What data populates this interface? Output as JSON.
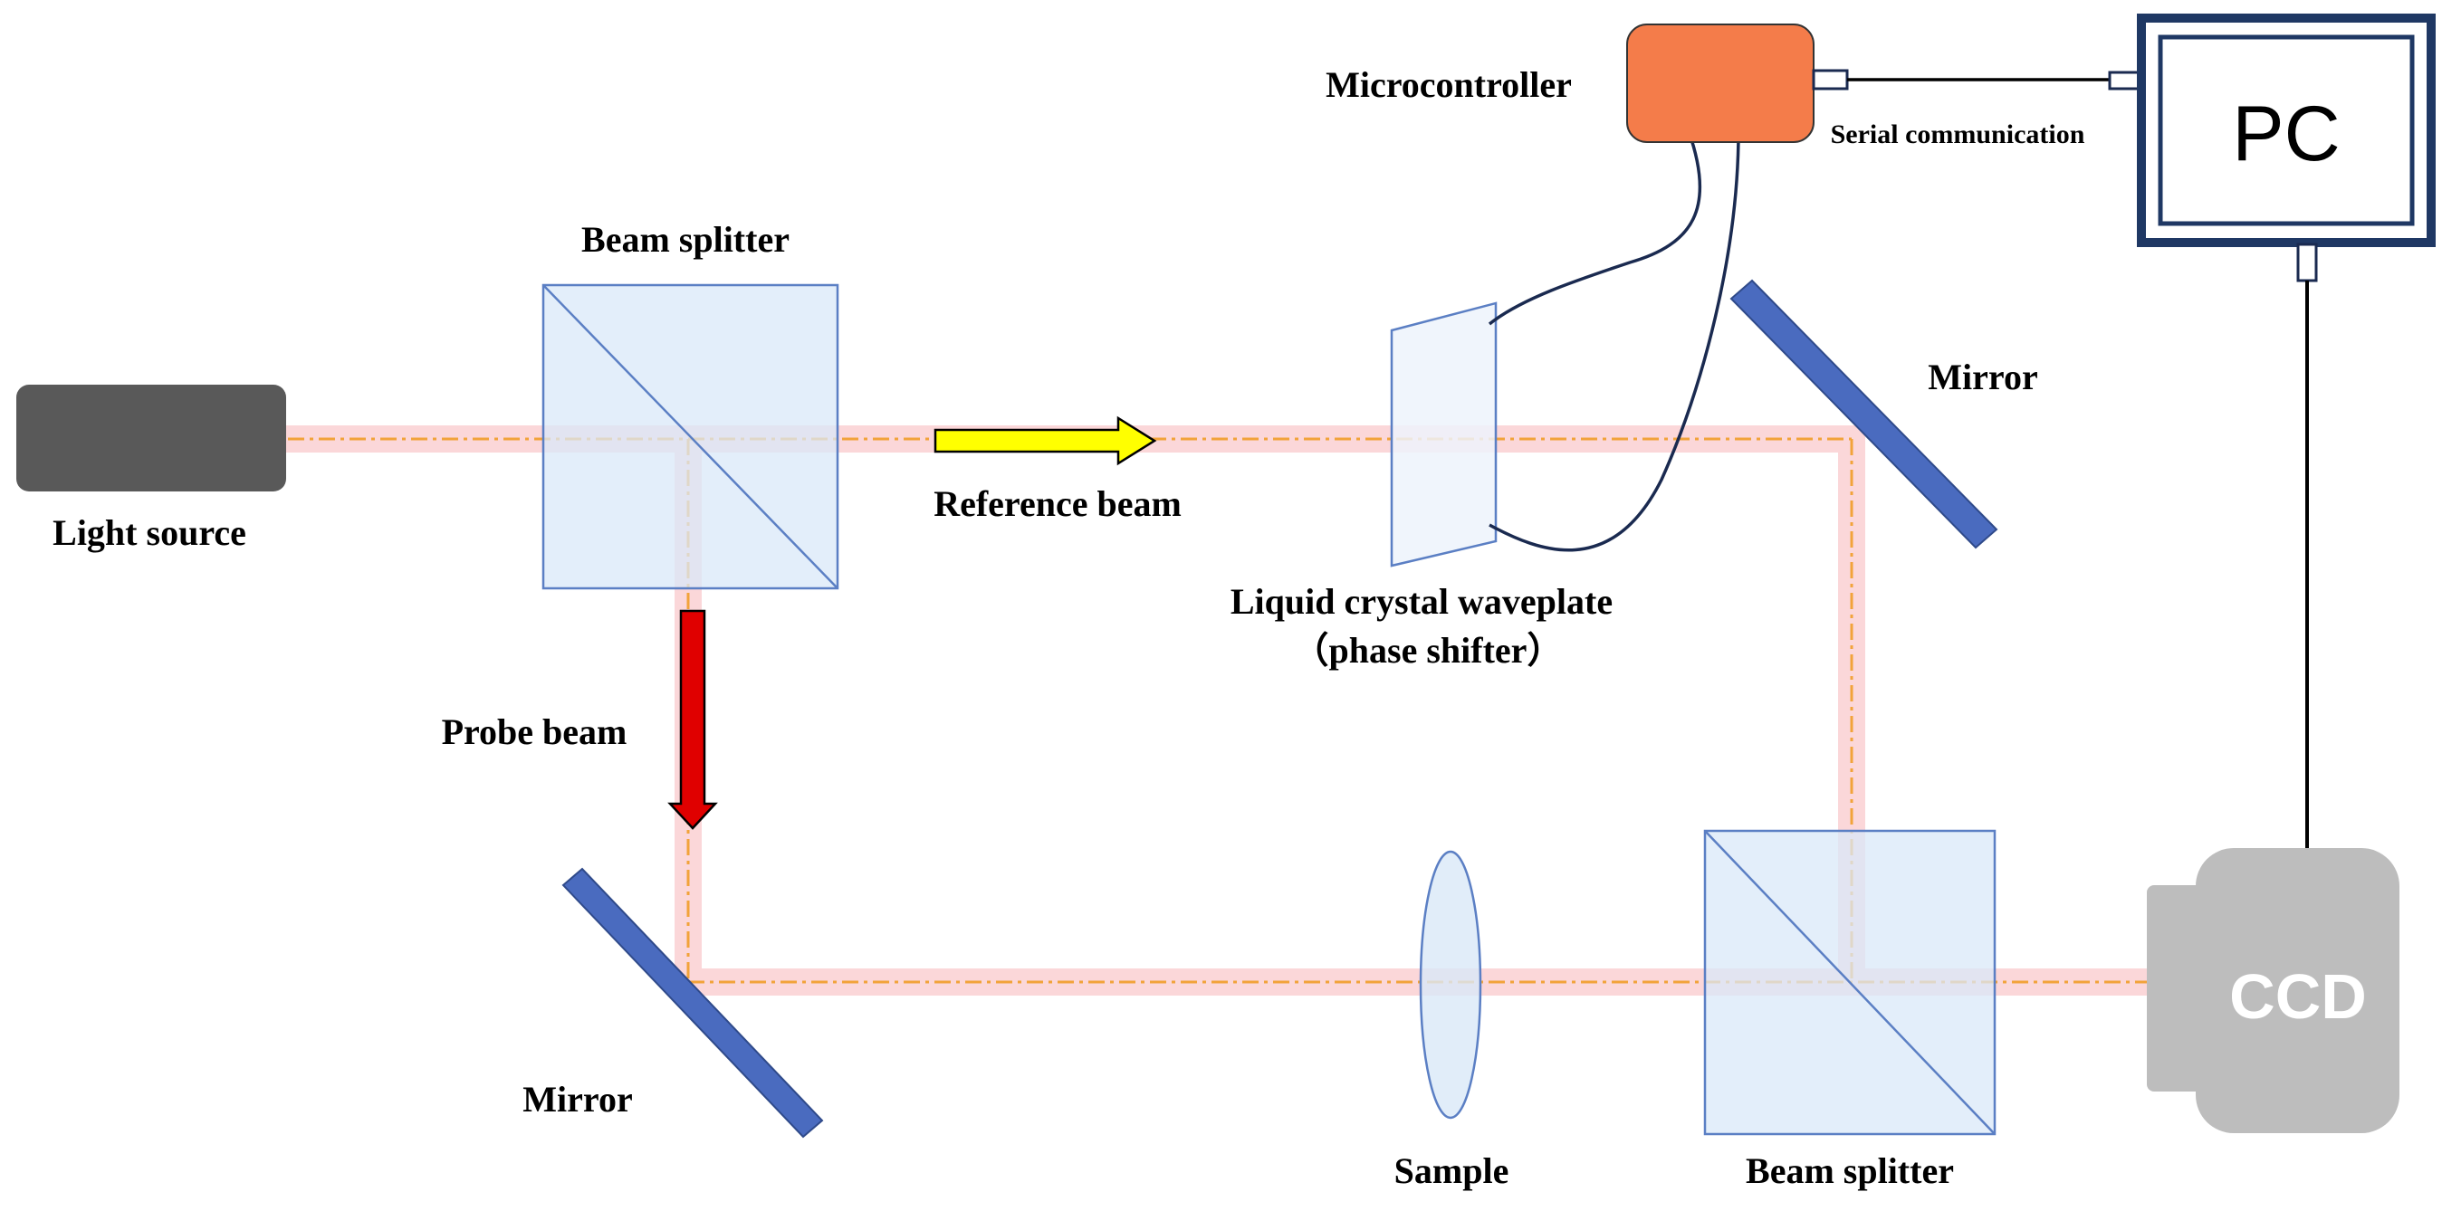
{
  "labels": {
    "light_source": "Light source",
    "beam_splitter_top": "Beam splitter",
    "reference_beam": "Reference beam",
    "probe_beam": "Probe beam",
    "mirror_left": "Mirror",
    "mirror_right": "Mirror",
    "lc_waveplate_line1": "Liquid crystal waveplate",
    "lc_waveplate_line2": "（phase shifter）",
    "microcontroller": "Microcontroller",
    "serial_communication": "Serial communication",
    "pc": "PC",
    "sample": "Sample",
    "beam_splitter_bottom": "Beam splitter",
    "ccd": "CCD"
  },
  "colors": {
    "beam": "#fbd7d9",
    "beam_axis": "#f2a33a",
    "optic_fill": "#d9e8f8",
    "optic_stroke": "#5b7fc4",
    "mirror": "#4a6bbf",
    "light_source": "#595959",
    "microcontroller": "#f47c4a",
    "pc_frame": "#1f3864",
    "cable": "#1a2a50",
    "ccd": "#bdbdbd",
    "reference_arrow": "#ffff00",
    "probe_arrow": "#e00000"
  }
}
